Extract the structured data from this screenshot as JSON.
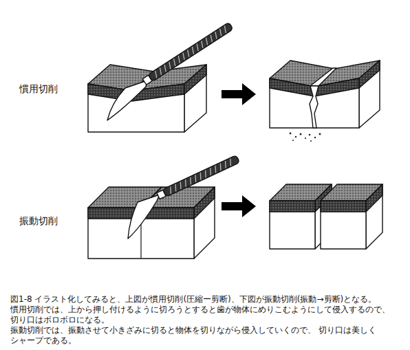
{
  "diagram": {
    "caption": "図1-8 イラスト化してみると、上図が慣用切削(圧縮ー剪断)、下図が振動切削(振動→剪断)となる。",
    "labels": [
      "慣用切削",
      "振動切削",
      "慣用切削では、上から押し付けるように切ろうとすると歯が物体にめりこむようにして侵入するので、 切り口はボロボロになる。",
      "振動切削では、振動させて小きざみに切ると物体を切りながら侵入していくので、 切り口は美しく シャープである。"
    ]
  }
}
